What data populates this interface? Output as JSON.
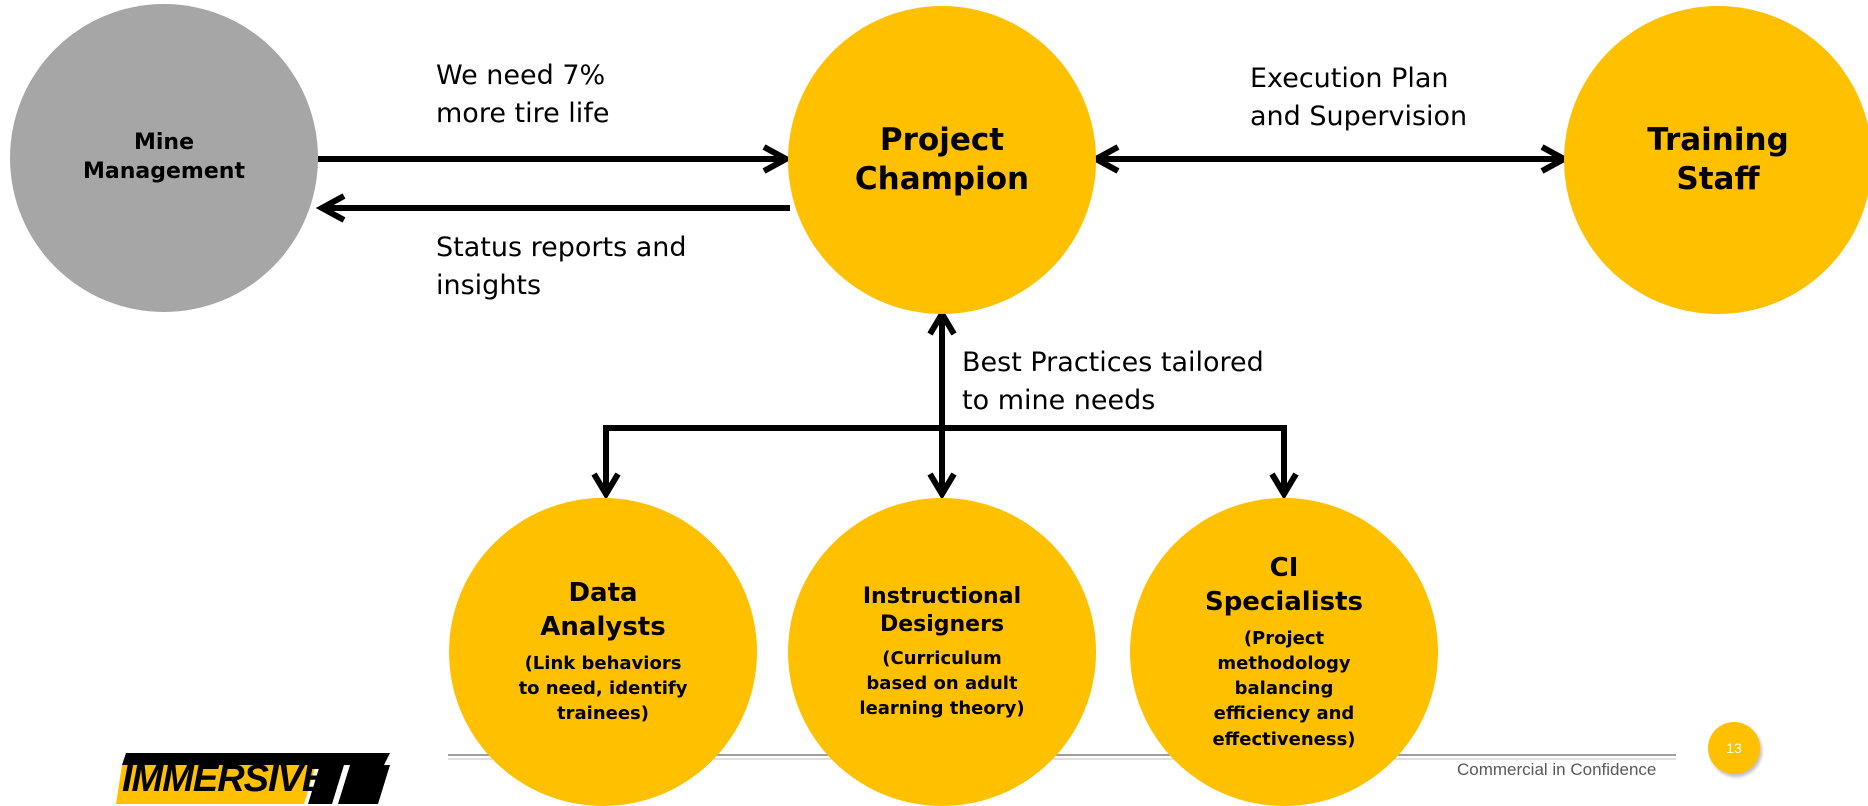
{
  "nodes": {
    "mine_management": {
      "line1": "Mine",
      "line2": "Management"
    },
    "project_champion": {
      "line1": "Project",
      "line2": "Champion"
    },
    "training_staff": {
      "line1": "Training",
      "line2": "Staff"
    },
    "data_analysts": {
      "line1": "Data",
      "line2": "Analysts",
      "note1": "(Link behaviors",
      "note2": "to need, identify",
      "note3": "trainees)"
    },
    "instructional_designers": {
      "line1": "Instructional",
      "line2": "Designers",
      "note1": "(Curriculum",
      "note2": "based on adult",
      "note3": "learning theory)"
    },
    "ci_specialists": {
      "line1": "CI",
      "line2": "Specialists",
      "note1": "(Project",
      "note2": "methodology",
      "note3": "balancing",
      "note4": "efficiency and",
      "note5": "effectiveness)"
    }
  },
  "edge_labels": {
    "request": {
      "line1": "We need 7%",
      "line2": "more tire life"
    },
    "reports": {
      "line1": "Status reports and",
      "line2": "insights"
    },
    "execution": {
      "line1": "Execution Plan",
      "line2": "and Supervision"
    },
    "best_practices": {
      "line1": "Best Practices tailored",
      "line2": "to mine needs"
    }
  },
  "footer": {
    "confidentiality": "Commercial in Confidence",
    "page_number": "13",
    "logo_text": "IMMERSIVE"
  },
  "colors": {
    "accent": "#FFC000",
    "neutral": "#A6A6A6",
    "ink": "#000000"
  }
}
